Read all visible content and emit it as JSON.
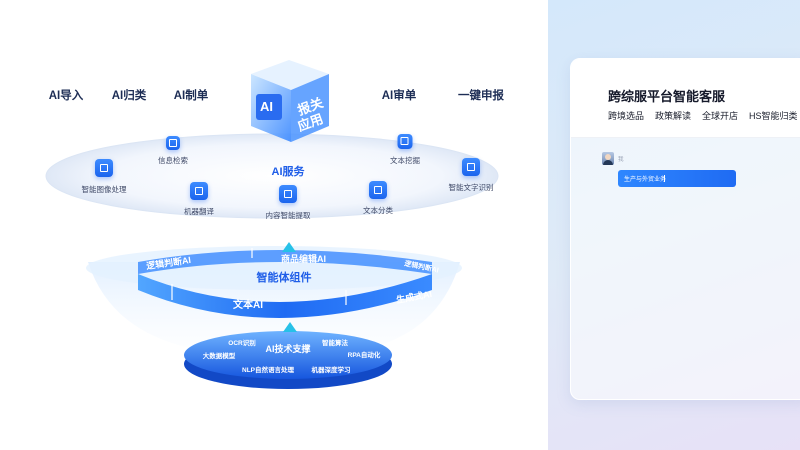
{
  "diagram": {
    "processes": [
      "AI导入",
      "AI归类",
      "AI制单",
      "AI审单",
      "一键申报"
    ],
    "cube": {
      "badge": "AI",
      "text_top": "报关",
      "text_bottom": "应用"
    },
    "services": {
      "title": "AI服务",
      "items": [
        {
          "label": "智能图像处理",
          "icon": "image-process-icon"
        },
        {
          "label": "信息检索",
          "icon": "info-search-icon"
        },
        {
          "label": "机器翻译",
          "icon": "translate-icon"
        },
        {
          "label": "内容智能提取",
          "icon": "content-extract-icon"
        },
        {
          "label": "文本分类",
          "icon": "text-classify-icon"
        },
        {
          "label": "文本挖掘",
          "icon": "text-mining-icon"
        },
        {
          "label": "智能文字识别",
          "icon": "text-recognition-icon"
        }
      ]
    },
    "agent": {
      "title": "智能体组件",
      "segments": [
        "逻辑判断AI",
        "商品编辑AI",
        "逻辑判断AI",
        "文本AI",
        "生成式AI"
      ]
    },
    "tech": {
      "title": "AI技术支撑",
      "items": [
        "OCR识别",
        "智能算法",
        "大数据模型",
        "RPA自动化",
        "NLP自然语言处理",
        "机器深度学习"
      ]
    },
    "colors": {
      "primary": "#1f6bf3",
      "ring": "#2a7df7",
      "title": "#1d2d55"
    }
  },
  "panel": {
    "title": "跨综服平台智能客服",
    "tabs": [
      "跨境选品",
      "政策解读",
      "全球开店",
      "HS智能归类"
    ],
    "agent_name": "我",
    "message": "生产与外贸业务"
  }
}
